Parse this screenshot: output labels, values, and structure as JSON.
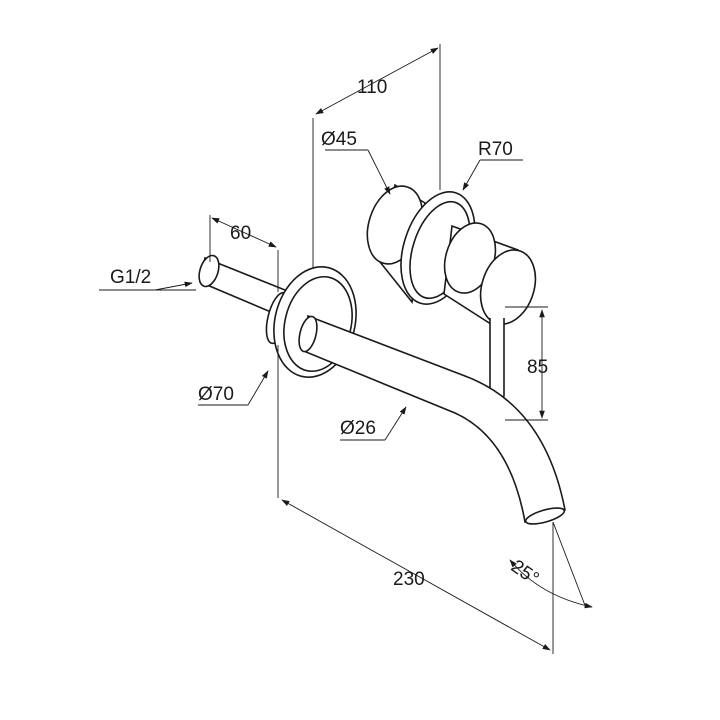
{
  "dimensions": {
    "depth_body": "110",
    "knob_diameter": "Ø45",
    "rosette_radius": "R70",
    "rough_in_depth": "60",
    "connection_thread": "G1/2",
    "rosette_diameter": "Ø70",
    "spout_diameter": "Ø26",
    "lever_height": "85",
    "spout_length": "230",
    "spout_angle": "25°"
  }
}
